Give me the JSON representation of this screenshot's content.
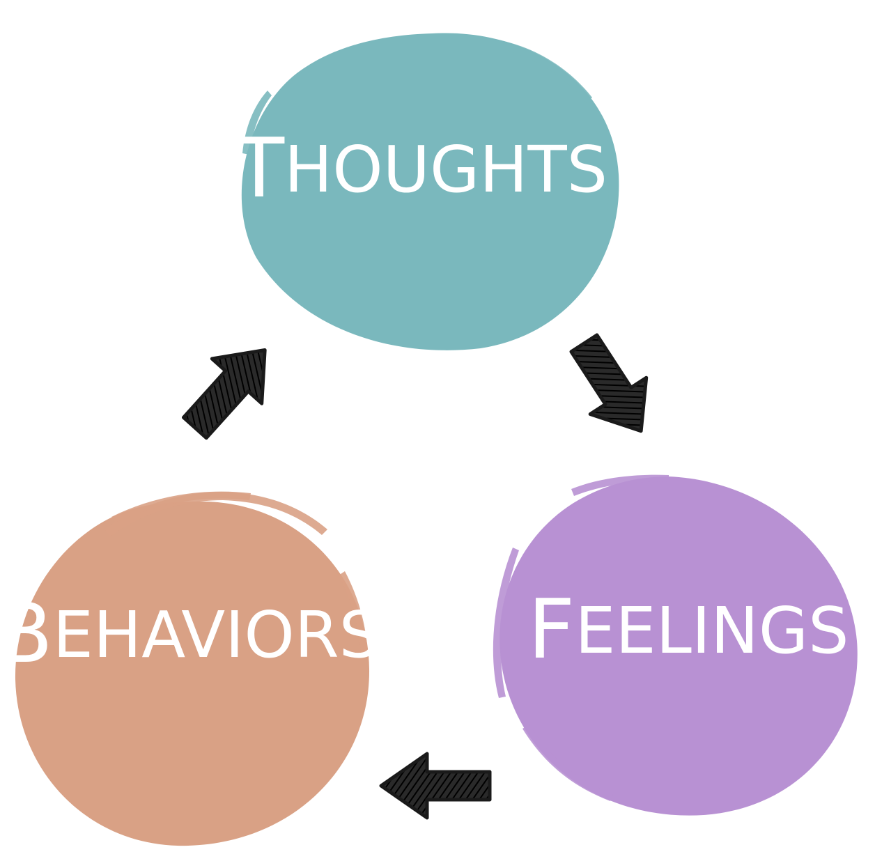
{
  "nodes": {
    "thoughts": {
      "label_first": "T",
      "label_rest": "HOUGHTS",
      "color": "#7ab8bd"
    },
    "feelings": {
      "label_first": "F",
      "label_rest": "EELINGS",
      "color": "#b891d3"
    },
    "behaviors": {
      "label_first": "B",
      "label_rest": "EHAVIORS",
      "color": "#d9a185"
    }
  },
  "arrows": [
    {
      "from": "thoughts",
      "to": "feelings",
      "icon": "sketch-arrow-icon",
      "color": "#1a1a1a"
    },
    {
      "from": "feelings",
      "to": "behaviors",
      "icon": "sketch-arrow-icon",
      "color": "#1a1a1a"
    },
    {
      "from": "behaviors",
      "to": "thoughts",
      "icon": "sketch-arrow-icon",
      "color": "#1a1a1a"
    }
  ]
}
